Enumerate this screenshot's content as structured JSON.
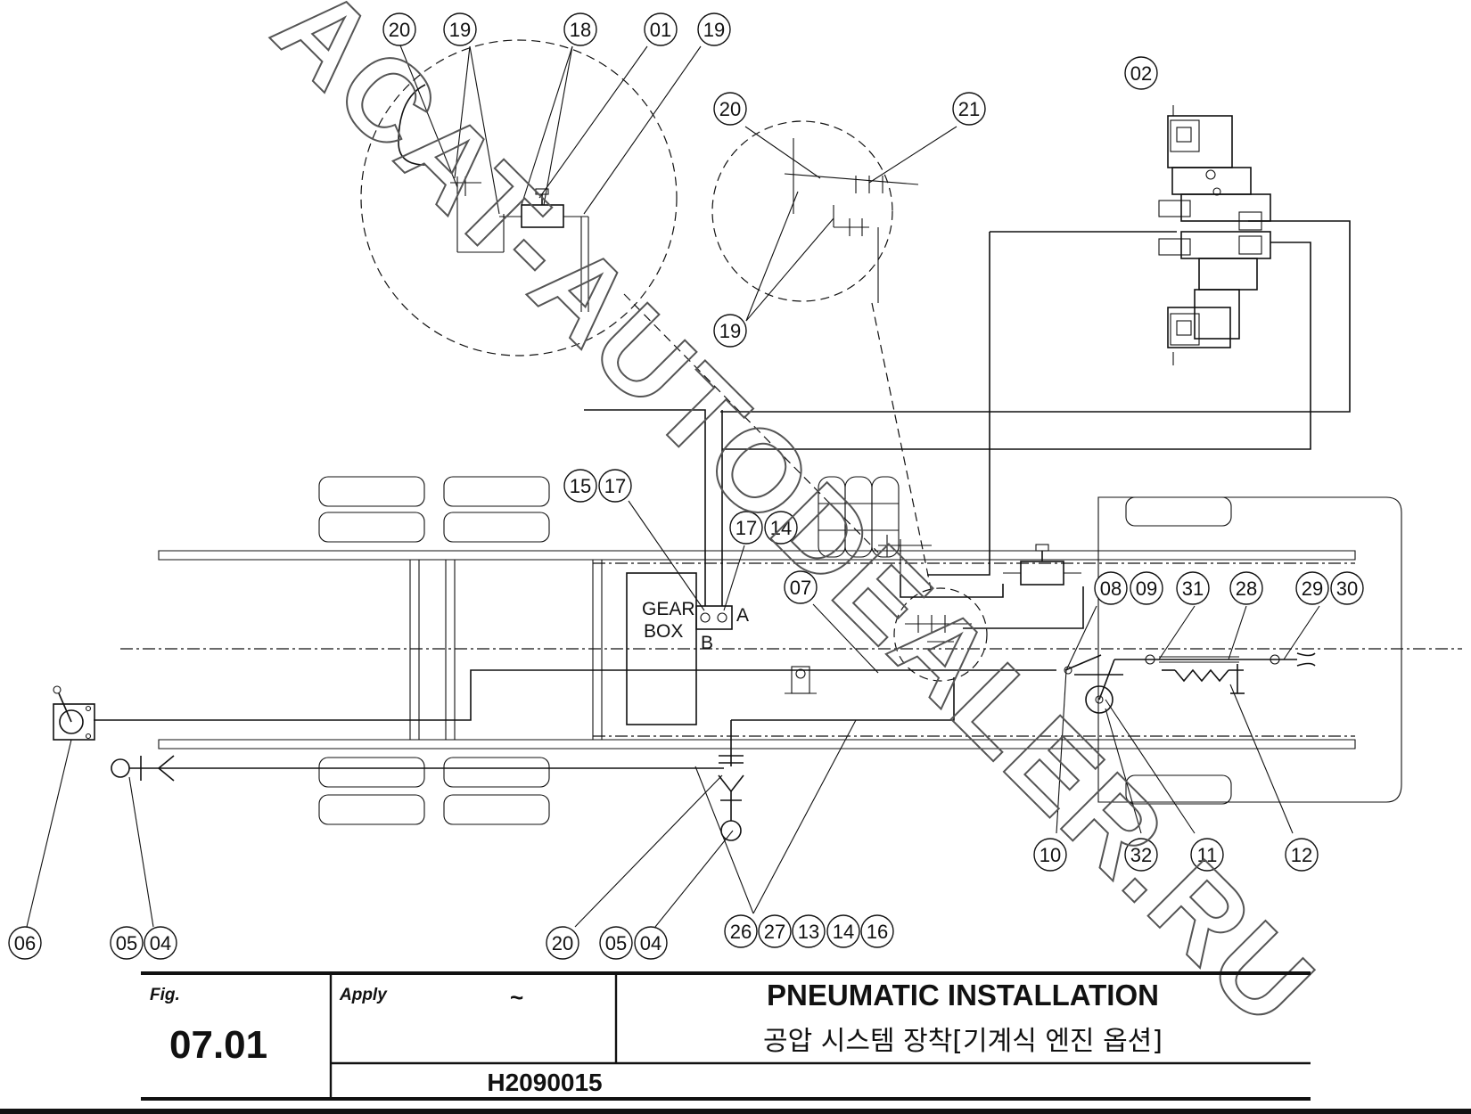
{
  "watermark": {
    "text": "ACAT-AUTODEALER.RU"
  },
  "labels": {
    "gear_box_line1": "GEAR",
    "gear_box_line2": "BOX",
    "port_a": "A",
    "port_b": "B"
  },
  "callouts": [
    {
      "id": "c20a",
      "text": "20"
    },
    {
      "id": "c19a",
      "text": "19"
    },
    {
      "id": "c18",
      "text": "18"
    },
    {
      "id": "c01",
      "text": "01"
    },
    {
      "id": "c19b",
      "text": "19"
    },
    {
      "id": "c02",
      "text": "02"
    },
    {
      "id": "c20b",
      "text": "20"
    },
    {
      "id": "c21",
      "text": "21"
    },
    {
      "id": "c19c",
      "text": "19"
    },
    {
      "id": "c15",
      "text": "15"
    },
    {
      "id": "c17a",
      "text": "17"
    },
    {
      "id": "c17b",
      "text": "17"
    },
    {
      "id": "c14a",
      "text": "14"
    },
    {
      "id": "c07",
      "text": "07"
    },
    {
      "id": "c08",
      "text": "08"
    },
    {
      "id": "c09",
      "text": "09"
    },
    {
      "id": "c31",
      "text": "31"
    },
    {
      "id": "c28",
      "text": "28"
    },
    {
      "id": "c29",
      "text": "29"
    },
    {
      "id": "c30",
      "text": "30"
    },
    {
      "id": "c10",
      "text": "10"
    },
    {
      "id": "c32",
      "text": "32"
    },
    {
      "id": "c11",
      "text": "11"
    },
    {
      "id": "c12",
      "text": "12"
    },
    {
      "id": "c06",
      "text": "06"
    },
    {
      "id": "c05a",
      "text": "05"
    },
    {
      "id": "c04a",
      "text": "04"
    },
    {
      "id": "c20c",
      "text": "20"
    },
    {
      "id": "c05b",
      "text": "05"
    },
    {
      "id": "c04b",
      "text": "04"
    },
    {
      "id": "c26",
      "text": "26"
    },
    {
      "id": "c27",
      "text": "27"
    },
    {
      "id": "c13",
      "text": "13"
    },
    {
      "id": "c14b",
      "text": "14"
    },
    {
      "id": "c16",
      "text": "16"
    }
  ],
  "title_block": {
    "fig_label": "Fig.",
    "fig_number": "07.01",
    "apply_label": "Apply",
    "apply_value": "~",
    "title_en": "PNEUMATIC INSTALLATION",
    "title_kr": "공압 시스템 장착[기계식 엔진 옵션]",
    "drawing_code": "H2090015"
  }
}
